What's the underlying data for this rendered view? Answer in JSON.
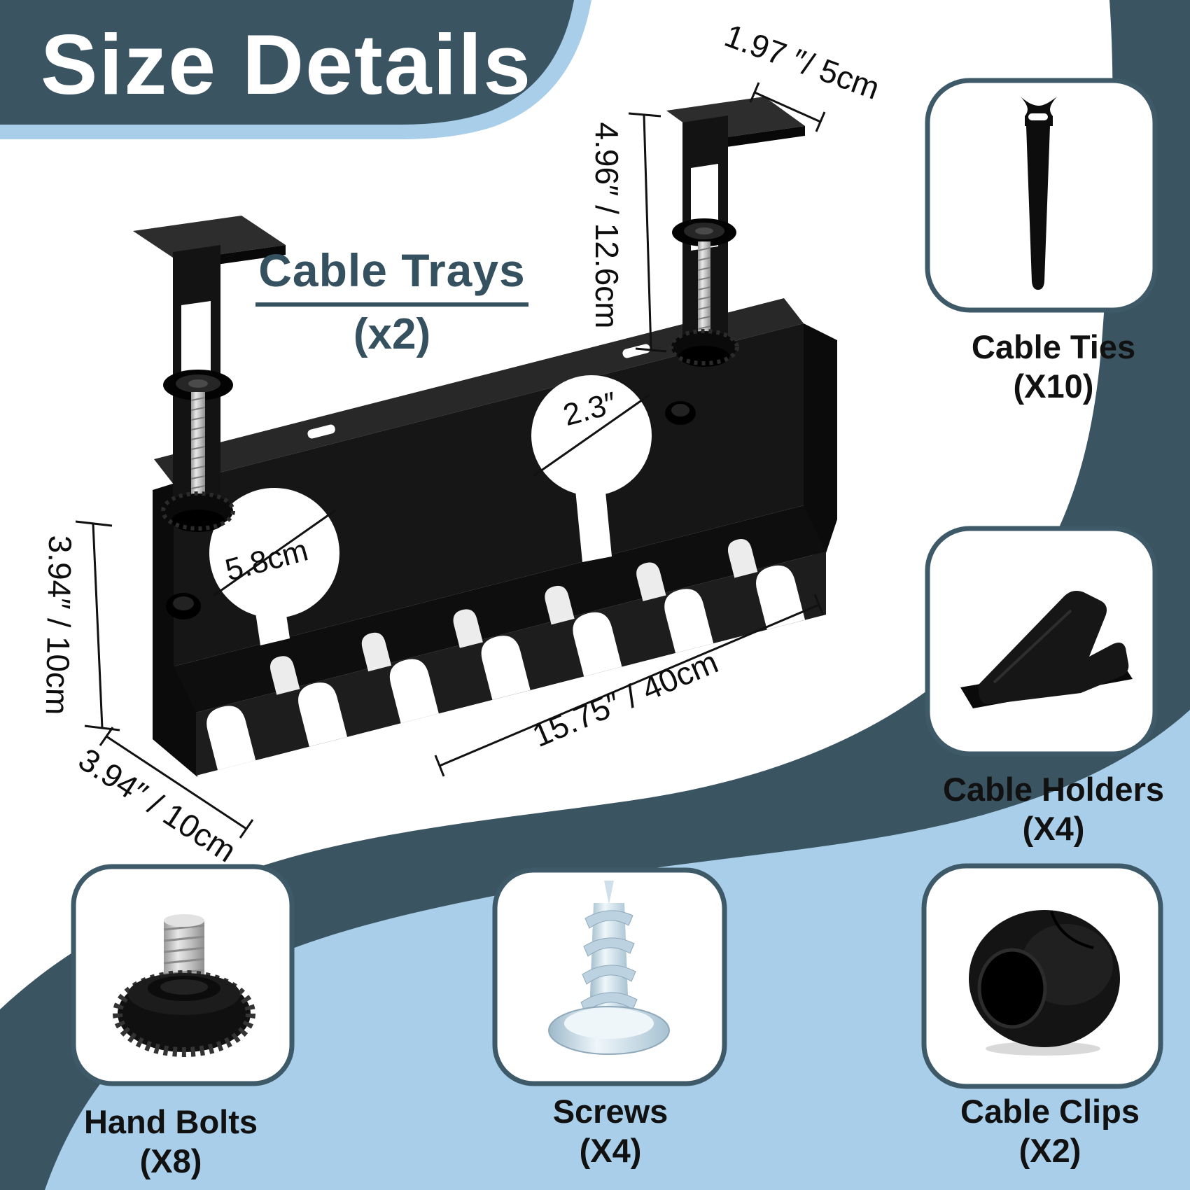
{
  "title": "Size Details",
  "product": {
    "heading": "Cable Trays",
    "count": "(x2)"
  },
  "dimensions": {
    "clamp_width": "1.97 ″/ 5cm",
    "clamp_height": "4.96″ / 12.6cm",
    "hole_diameter_in": "2.3″",
    "hole_diameter_cm": "5.8cm",
    "tray_height": "3.94″ / 10cm",
    "tray_depth": "3.94″ / 10cm",
    "tray_length": "15.75″ / 40cm"
  },
  "accessories": [
    {
      "name": "Cable Ties",
      "count": "(X10)"
    },
    {
      "name": "Cable Holders",
      "count": "(X4)"
    },
    {
      "name": "Hand Bolts",
      "count": "(X8)"
    },
    {
      "name": "Screws",
      "count": "(X4)"
    },
    {
      "name": "Cable Clips",
      "count": "(X2)"
    }
  ],
  "colors": {
    "teal": "#3b5462",
    "light_blue": "#a9cee9",
    "white": "#ffffff",
    "black": "#111111",
    "box_border": "#3e5a68"
  }
}
